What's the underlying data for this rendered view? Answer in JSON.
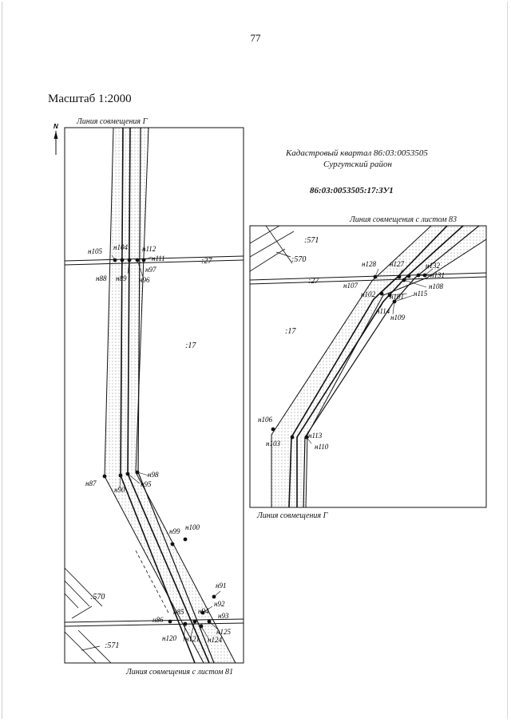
{
  "page": {
    "number": "77",
    "scale": "Масштаб 1:2000",
    "cadastral_block": "Кадастровый квартал 86:03:0053505",
    "district": "Сургутский район",
    "parcel_id": "86:03:0053505:17:ЗУ1",
    "north_label": "N"
  },
  "left_map": {
    "top_line": "Линия совмещения Г",
    "bottom_line": "Линия совмещения с листом 81",
    "quarter_labels": [
      ":27",
      ":17",
      ":570",
      ":571"
    ],
    "points": [
      "н105",
      "н104",
      "н112",
      "н111",
      "н97",
      "н88",
      "н89",
      "н96",
      "н87",
      "н90",
      "н98",
      "н95",
      "н99",
      "н100",
      "н91",
      "н92",
      "н94",
      "н85",
      "н93",
      "н86",
      "н125",
      "н120",
      "н121",
      "н124"
    ]
  },
  "right_map": {
    "top_line": "Линия совмещения с листом 83",
    "bottom_line": "Линия совмещения Г",
    "quarter_labels": [
      ":571",
      ":570",
      ":27",
      ":17"
    ],
    "points": [
      "н128",
      "н127",
      "н132",
      "н131",
      "н107",
      "н108",
      "н102",
      "н101",
      "н115",
      "н114",
      "н109",
      "н106",
      "н113",
      "н103",
      "н110"
    ]
  }
}
